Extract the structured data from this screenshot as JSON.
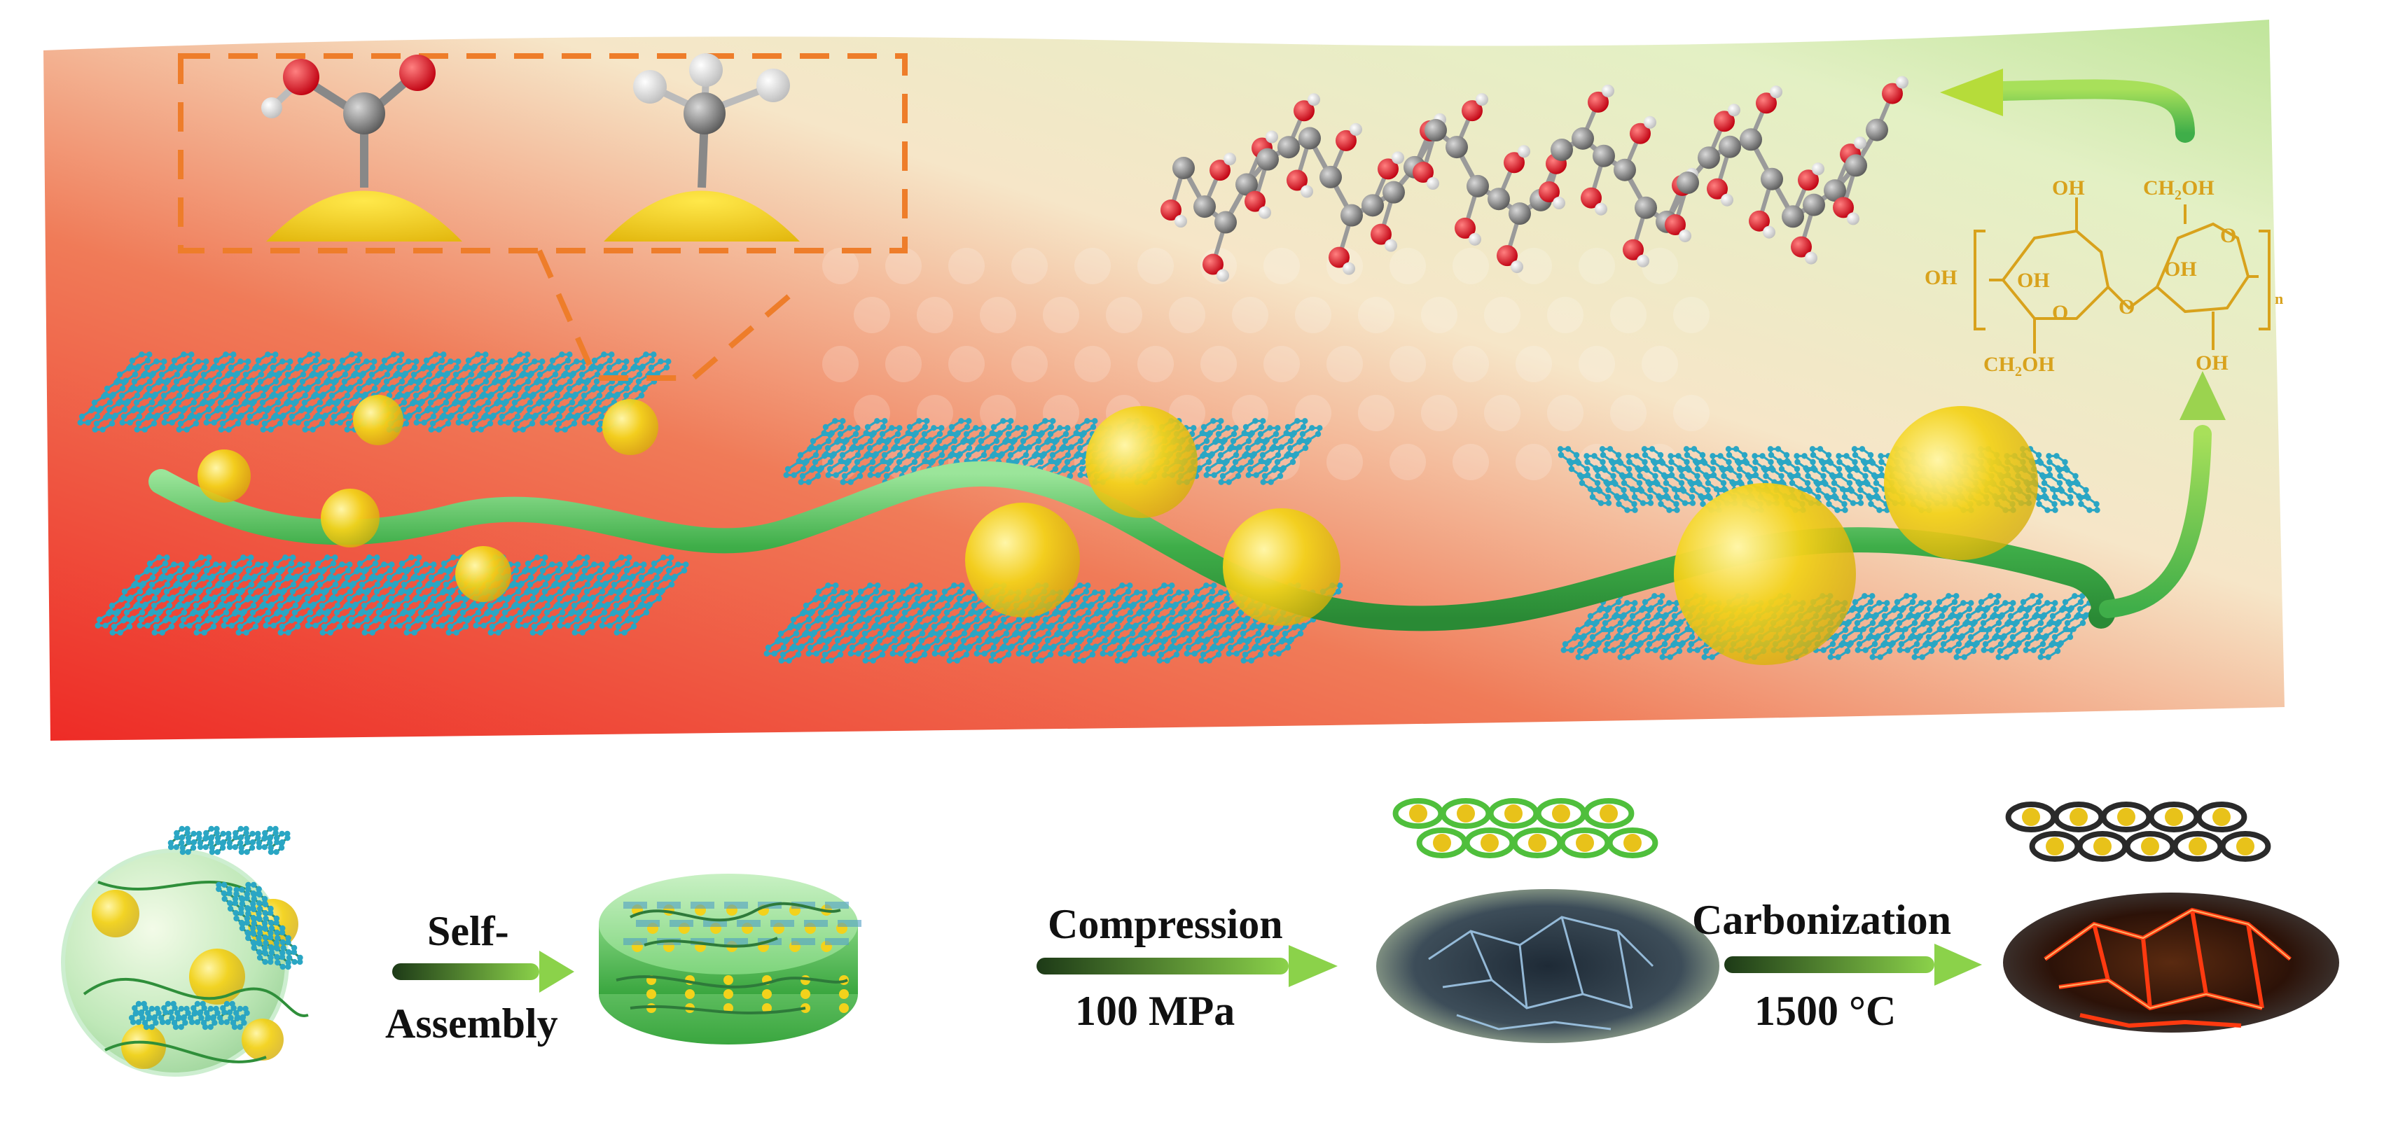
{
  "colors": {
    "banner_red": "#ee2b26",
    "banner_cream": "#f6e6c8",
    "banner_green": "#cfe8a6",
    "graphene": "#2aa6c4",
    "chain": "#3fae49",
    "particle": "#f3d21b",
    "oxygen": "#e0141e",
    "carbon": "#8a8a8a",
    "hydrogen": "#f2f2f2",
    "formula": "#d8a21c",
    "arrow_dark": "#1d3a17",
    "arrow_light": "#8bd24a"
  },
  "inset": {
    "groups": [
      "carboxyl-group",
      "methyl-group"
    ]
  },
  "formula": {
    "oh_top_left": "OH",
    "ch2oh_top": "CH",
    "ch2oh_top_sub": "2",
    "ch2oh_top_end": "OH",
    "oh_left": "OH",
    "oh_inner_1": "OH",
    "o_ring_1": "O",
    "o_bridge": "O",
    "oh_inner_2": "OH",
    "o_ring_2": "O",
    "ch2oh_bottom": "CH",
    "ch2oh_bottom_sub": "2",
    "ch2oh_bottom_end": "OH",
    "oh_bottom_right": "OH",
    "repeat_n": "n"
  },
  "process": {
    "steps": [
      {
        "id": "dispersion"
      },
      {
        "id": "assembled-film"
      },
      {
        "id": "compressed-disc"
      },
      {
        "id": "carbonized-disc"
      }
    ],
    "arrows": [
      {
        "line1": "Self-",
        "line2": "Assembly"
      },
      {
        "line1": "Compression",
        "line2": "100 MPa"
      },
      {
        "line1": "Carbonization",
        "line2": "1500 °C"
      }
    ]
  }
}
